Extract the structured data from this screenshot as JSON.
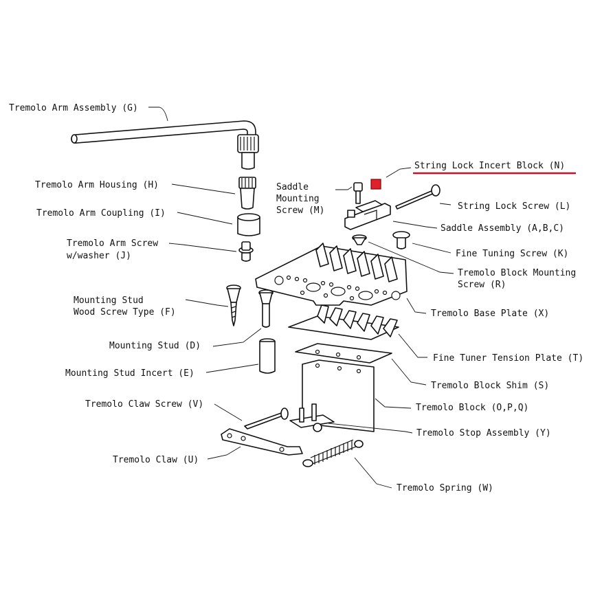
{
  "labels": {
    "G": "Tremolo Arm Assembly (G)",
    "H": "Tremolo Arm Housing (H)",
    "I": "Tremolo Arm Coupling (I)",
    "J1": "Tremolo Arm Screw",
    "J2": "w/washer (J)",
    "M1": "Saddle",
    "M2": "Mounting",
    "M3": "Screw (M)",
    "N": "String Lock Incert Block (N)",
    "L": "String Lock Screw (L)",
    "ABC": "Saddle Assembly (A,B,C)",
    "K": "Fine Tuning Screw (K)",
    "R1": "Tremolo Block Mounting",
    "R2": "Screw (R)",
    "F1": "Mounting Stud",
    "F2": "Wood Screw Type (F)",
    "X": "Tremolo Base Plate (X)",
    "D": "Mounting Stud (D)",
    "T": "Fine Tuner Tension Plate (T)",
    "E": "Mounting Stud Incert (E)",
    "S": "Tremolo Block Shim (S)",
    "V": "Tremolo Claw Screw (V)",
    "OPQ": "Tremolo Block (O,P,Q)",
    "Y": "Tremolo Stop Assembly (Y)",
    "U": "Tremolo Claw (U)",
    "W": "Tremolo Spring (W)"
  },
  "highlight": {
    "part": "N",
    "color": "#e0202a",
    "underline_color": "#c8102e"
  }
}
